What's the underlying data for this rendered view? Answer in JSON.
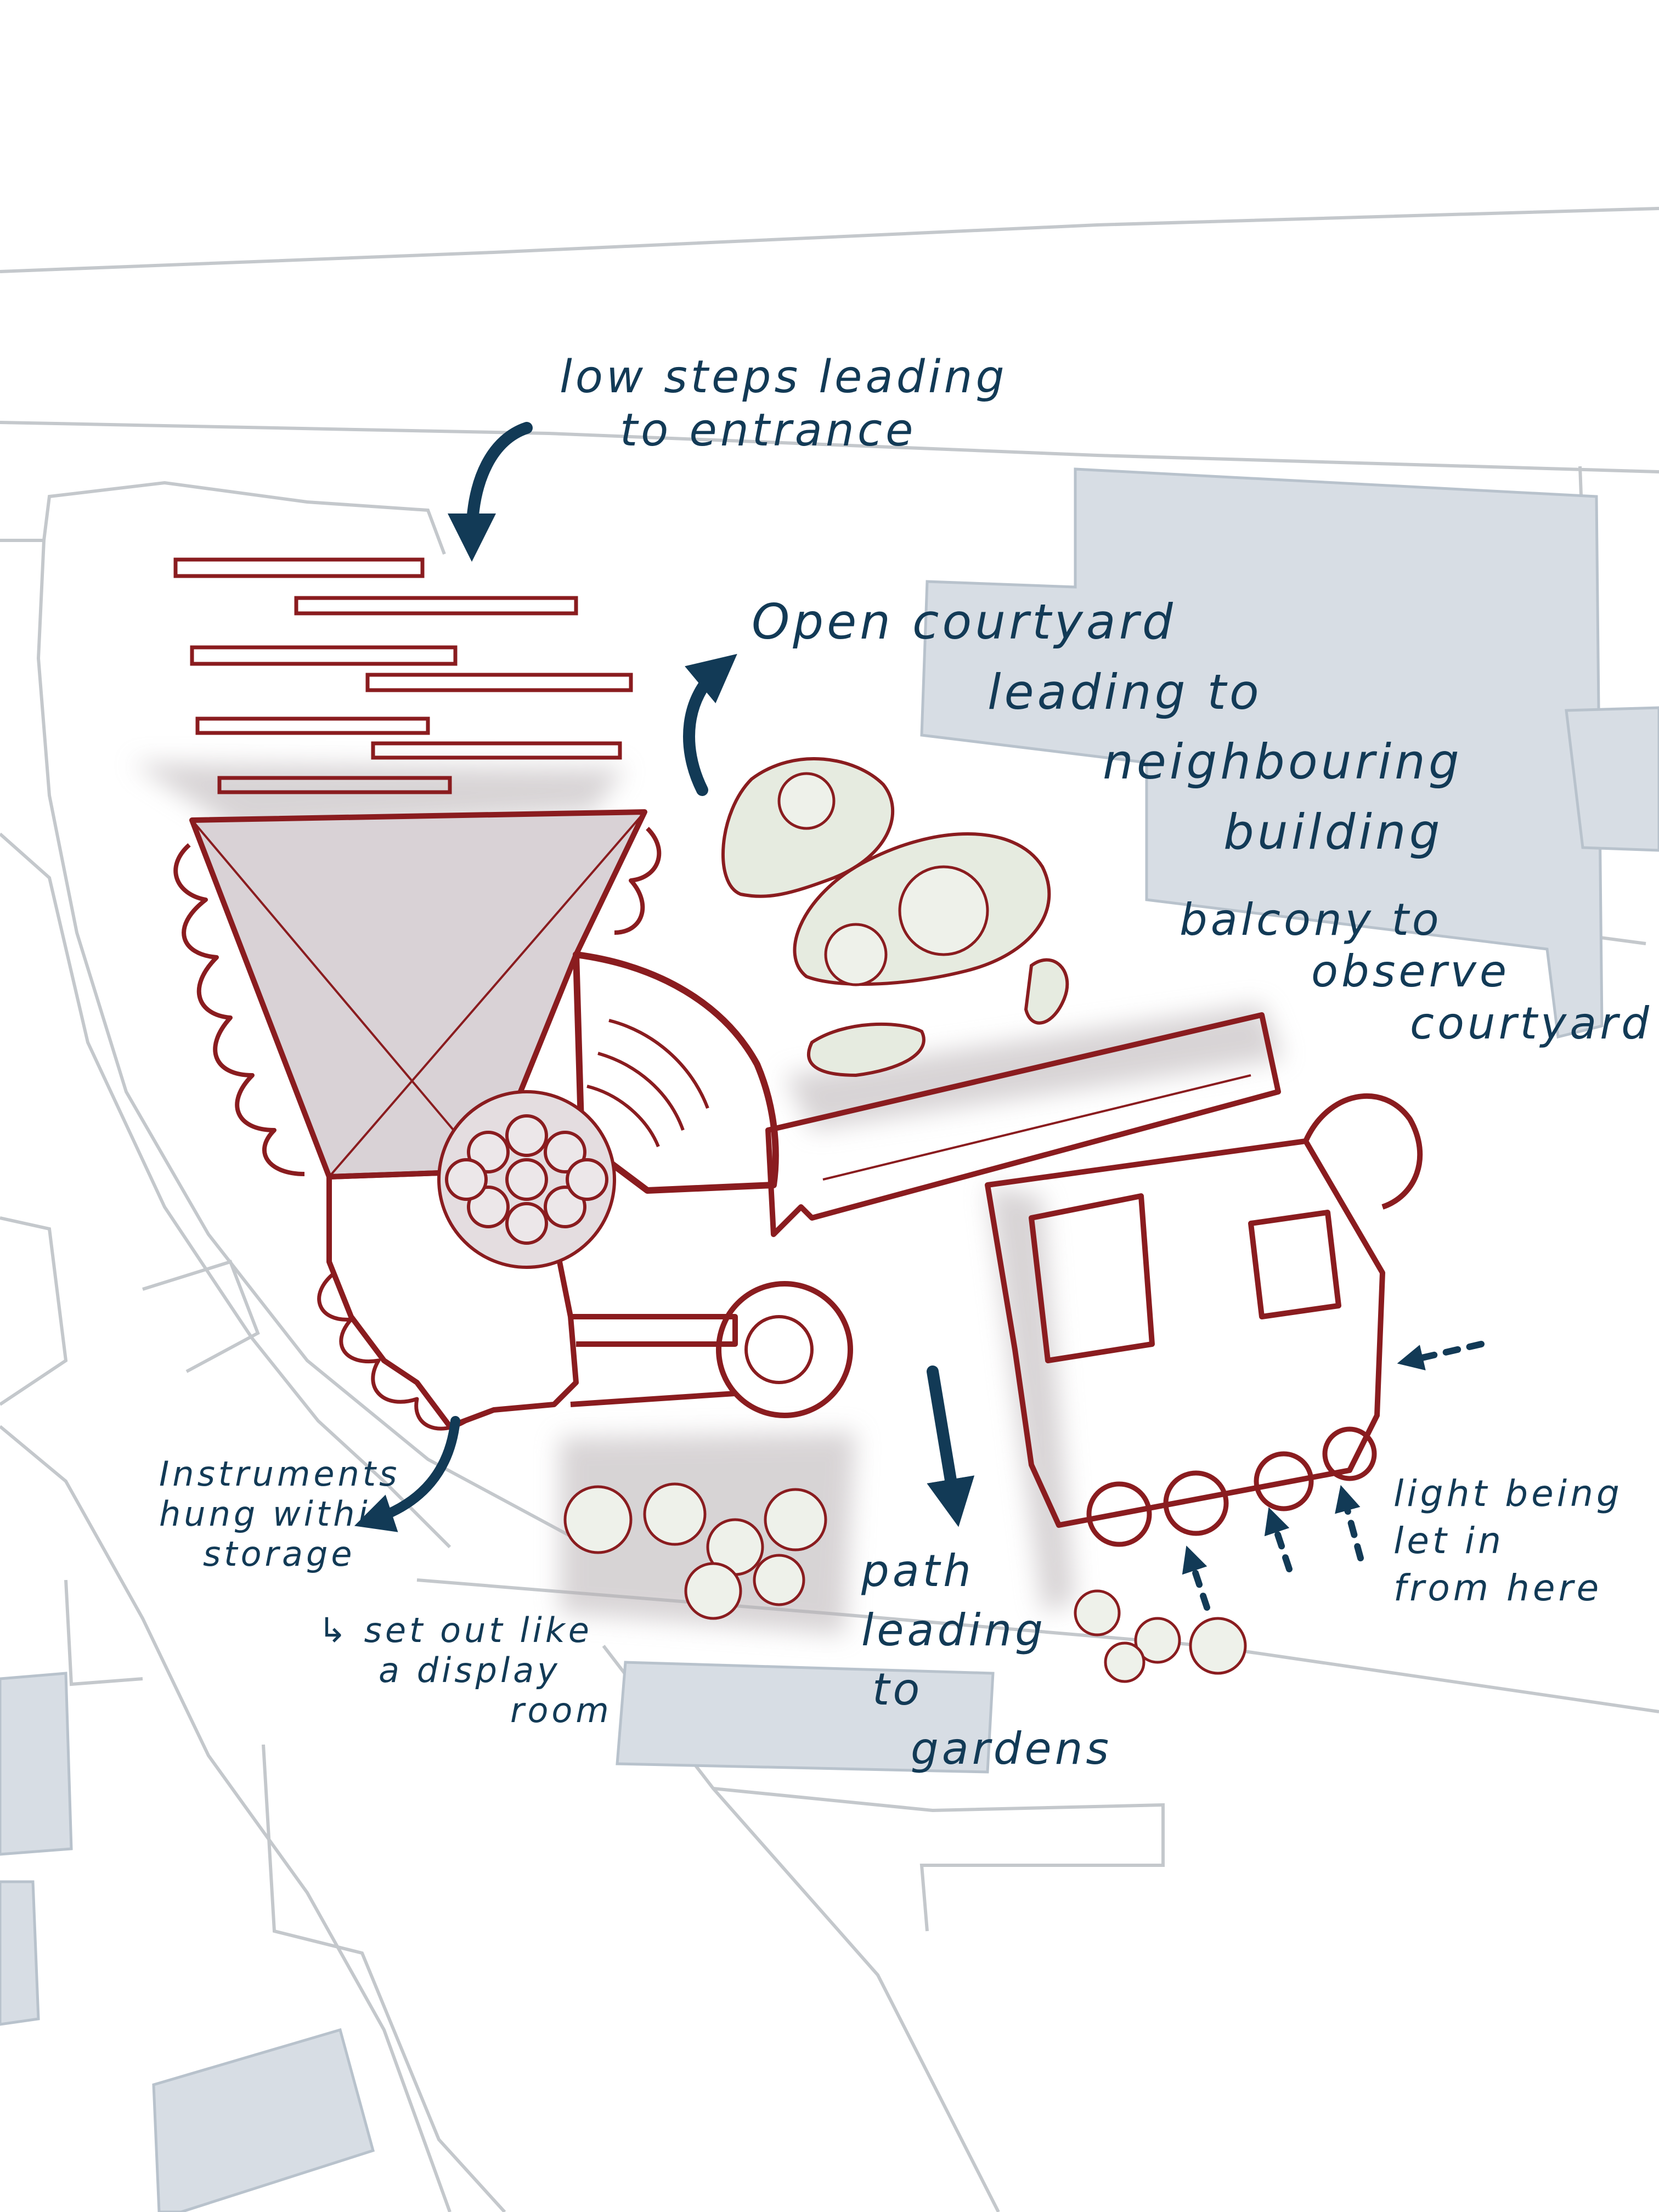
{
  "palette": {
    "ink": "#123a56",
    "wall": "#8a1c1f",
    "roof_fill": "#d9d2d6",
    "neighbour_fill": "#d7dde4",
    "street_line": "#c4c8cc",
    "planting_fill": "#e6ebe0"
  },
  "annotations": {
    "steps": [
      "low steps leading",
      "to entrance"
    ],
    "courtyard": [
      "Open courtyard",
      "leading to",
      "neighbouring",
      "building"
    ],
    "balcony": [
      "balcony to",
      "observe",
      "courtyard"
    ],
    "instruments": [
      "Instruments",
      "hung within",
      "storage"
    ],
    "display": [
      "↳ set out like",
      "a display",
      "room"
    ],
    "path": [
      "path",
      "leading",
      "to",
      "gardens"
    ],
    "light": [
      "light being",
      "let in",
      "from here"
    ]
  },
  "icons": [
    "arrow-steps-icon",
    "arrow-courtyard-icon",
    "arrow-instruments-icon",
    "arrow-path-icon",
    "arrow-light-icon"
  ]
}
